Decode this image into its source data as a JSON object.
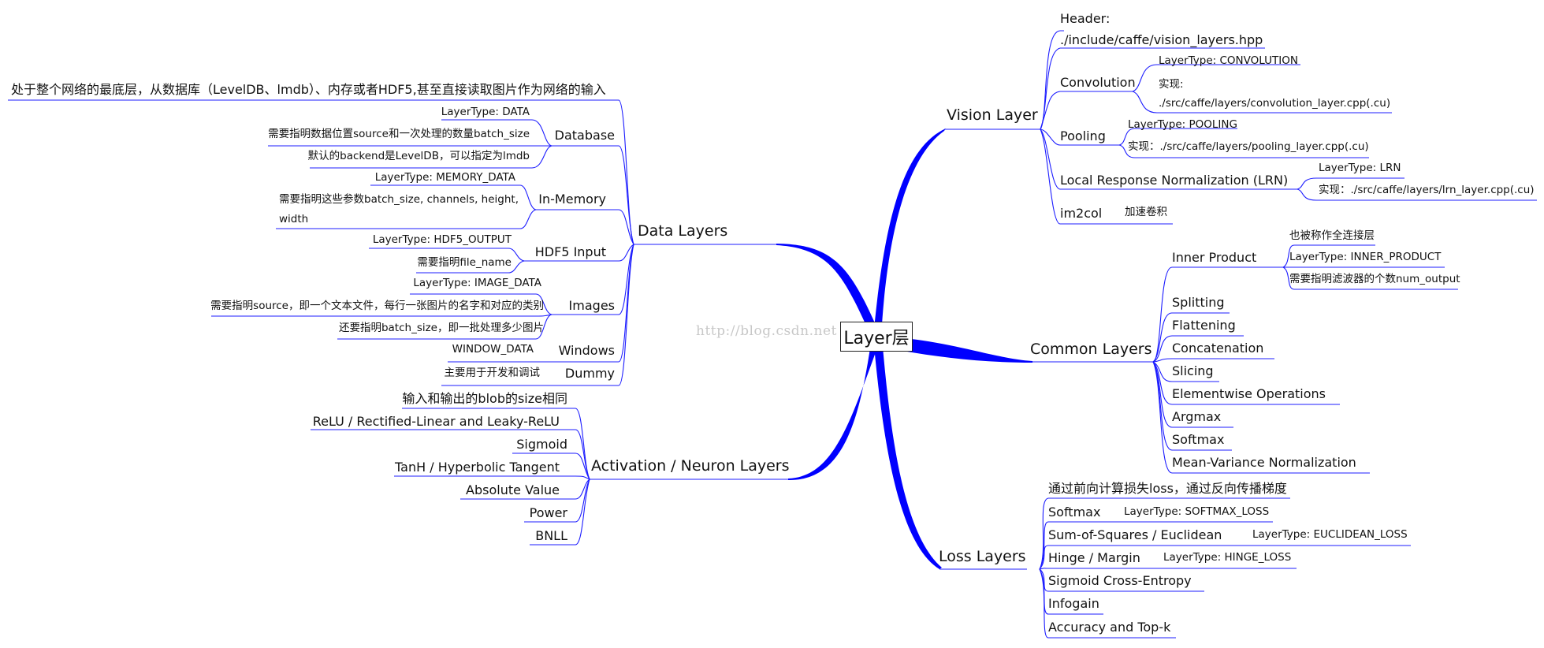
{
  "center": "Layer层",
  "watermark": "http://blog.csdn.net",
  "colors": {
    "branch": "#0000ff",
    "line": "#1c1cff",
    "text": "#111111"
  },
  "vision": {
    "title": "Vision Layer",
    "header_label": "Header:",
    "header_path": "./include/caffe/vision_layers.hpp",
    "convolution": "Convolution",
    "conv_type": "LayerType: CONVOLUTION",
    "conv_impl_label": "实现:",
    "conv_impl_path": "./src/caffe/layers/convolution_layer.cpp(.cu)",
    "pooling": "Pooling",
    "pool_type": "LayerType: POOLING",
    "pool_impl": "实现：./src/caffe/layers/pooling_layer.cpp(.cu)",
    "lrn": "Local Response Normalization (LRN)",
    "lrn_type": "LayerType: LRN",
    "lrn_impl": "实现：./src/caffe/layers/lrn_layer.cpp(.cu)",
    "im2col": "im2col",
    "im2col_note": "加速卷积"
  },
  "common": {
    "title": "Common Layers",
    "inner_product": "Inner Product",
    "ip_alias": "也被称作全连接层",
    "ip_type": "LayerType: INNER_PRODUCT",
    "ip_param": "需要指明滤波器的个数num_output",
    "items": [
      "Splitting",
      "Flattening",
      "Concatenation",
      "Slicing",
      "Elementwise Operations",
      "Argmax",
      "Softmax",
      "Mean-Variance Normalization"
    ]
  },
  "loss": {
    "title": "Loss Layers",
    "desc": "通过前向计算损失loss，通过反向传播梯度",
    "softmax": "Softmax",
    "softmax_type": "LayerType: SOFTMAX_LOSS",
    "euclidean": "Sum-of-Squares / Euclidean",
    "euclidean_type": "LayerType: EUCLIDEAN_LOSS",
    "hinge": "Hinge / Margin",
    "hinge_type": "LayerType: HINGE_LOSS",
    "sigmoid_ce": "Sigmoid Cross-Entropy",
    "infogain": "Infogain",
    "accuracy": "Accuracy and Top-k"
  },
  "data": {
    "title": "Data Layers",
    "desc": "处于整个网络的最底层，从数据库（LevelDB、lmdb）、内存或者HDF5,甚至直接读取图片作为网络的输入",
    "database": "Database",
    "db_type": "LayerType: DATA",
    "db_param": "需要指明数据位置source和一次处理的数量batch_size",
    "db_backend": "默认的backend是LevelDB，可以指定为lmdb",
    "memory": "In-Memory",
    "mem_type": "LayerType: MEMORY_DATA",
    "mem_param_1": "需要指明这些参数batch_size, channels, height,",
    "mem_param_2": "width",
    "hdf5": "HDF5 Input",
    "hdf5_type": "LayerType: HDF5_OUTPUT",
    "hdf5_param": "需要指明file_name",
    "images": "Images",
    "img_type": "LayerType: IMAGE_DATA",
    "img_source": "需要指明source，即一个文本文件，每行一张图片的名字和对应的类别",
    "img_batch": "还要指明batch_size，即一批处理多少图片",
    "windows": "Windows",
    "win_type": "WINDOW_DATA",
    "dummy": "Dummy",
    "dummy_note": "主要用于开发和调试"
  },
  "activation": {
    "title": "Activation / Neuron Layers",
    "desc": "输入和输出的blob的size相同",
    "items": [
      "ReLU / Rectified-Linear and Leaky-ReLU",
      "Sigmoid",
      "TanH / Hyperbolic Tangent",
      "Absolute Value",
      "Power",
      "BNLL"
    ]
  }
}
